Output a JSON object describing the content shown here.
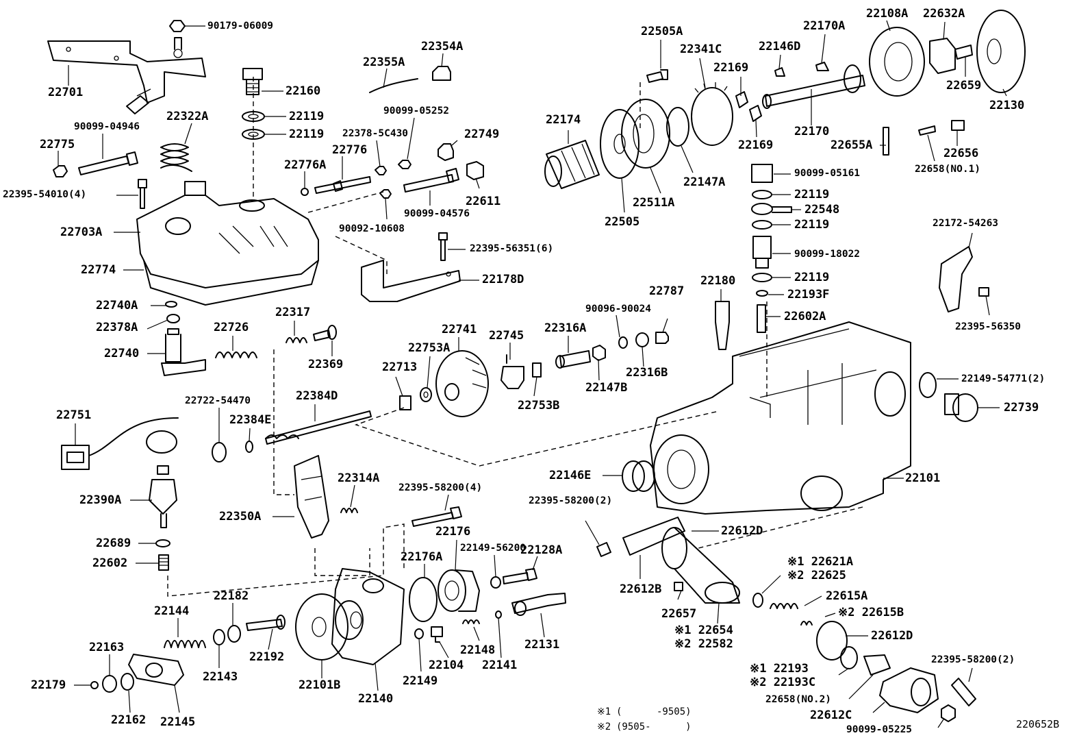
{
  "diagram": {
    "figure_id": "220652B",
    "footnotes": [
      {
        "mark": "※1",
        "text": "(      -9505)"
      },
      {
        "mark": "※2",
        "text": "(9505-      )"
      }
    ],
    "parts": {
      "p90179_06009": "90179-06009",
      "p22701": "22701",
      "p22160": "22160",
      "p22119_a": "22119",
      "p22119_b": "22119",
      "p22355A": "22355A",
      "p22354A": "22354A",
      "p90099_05252": "90099-05252",
      "p22378_5C430": "22378-5C430",
      "p22749": "22749",
      "p90099_04946": "90099-04946",
      "p22322A": "22322A",
      "p22775": "22775",
      "p22776": "22776",
      "p22776A": "22776A",
      "p22395_54010": "22395-54010(4)",
      "p90099_04576": "90099-04576",
      "p22611": "22611",
      "p90092_10608": "90092-10608",
      "p22703A": "22703A",
      "p22395_56351": "22395-56351(6)",
      "p22774": "22774",
      "p22178D": "22178D",
      "p22740A": "22740A",
      "p22378A": "22378A",
      "p22740": "22740",
      "p22726": "22726",
      "p22317": "22317",
      "p22369": "22369",
      "p22741": "22741",
      "p22753A": "22753A",
      "p22745": "22745",
      "p22316A": "22316A",
      "p90096_90024": "90096-90024",
      "p22787": "22787",
      "p22713": "22713",
      "p22753B": "22753B",
      "p22147B": "22147B",
      "p22316B": "22316B",
      "p22722_54470": "22722-54470",
      "p22384D": "22384D",
      "p22384E": "22384E",
      "p22751": "22751",
      "p22390A": "22390A",
      "p22314A": "22314A",
      "p22350A": "22350A",
      "p22395_58200_4": "22395-58200(4)",
      "p22689": "22689",
      "p22602": "22602",
      "p22176": "22176",
      "p22176A": "22176A",
      "p22149_56200": "22149-56200",
      "p22128A": "22128A",
      "p22144": "22144",
      "p22182": "22182",
      "p22192": "22192",
      "p22143": "22143",
      "p22163": "22163",
      "p22179": "22179",
      "p22162": "22162",
      "p22145": "22145",
      "p22101B": "22101B",
      "p22140": "22140",
      "p22149": "22149",
      "p22104": "22104",
      "p22148": "22148",
      "p22141": "22141",
      "p22131": "22131",
      "p22505A": "22505A",
      "p22341C": "22341C",
      "p22146D": "22146D",
      "p22170A": "22170A",
      "p22108A": "22108A",
      "p22632A": "22632A",
      "p22659": "22659",
      "p22130": "22130",
      "p22169_a": "22169",
      "p22169_b": "22169",
      "p22174": "22174",
      "p22170": "22170",
      "p22147A": "22147A",
      "p22511A": "22511A",
      "p22505": "22505",
      "p22655A": "22655A",
      "p22656": "22656",
      "p22658_no1": "22658(NO.1)",
      "p90099_05161": "90099-05161",
      "p22119_c": "22119",
      "p22548": "22548",
      "p22119_d": "22119",
      "p90099_18022": "90099-18022",
      "p22119_e": "22119",
      "p22193F": "22193F",
      "p22602A": "22602A",
      "p22180": "22180",
      "p22172_54263": "22172-54263",
      "p22395_56350": "22395-56350",
      "p22149_54771": "22149-54771(2)",
      "p22739": "22739",
      "p22101": "22101",
      "p22146E": "22146E",
      "p22395_58200_2a": "22395-58200(2)",
      "p22612D_a": "22612D",
      "p22612B": "22612B",
      "p22621A": "※1 22621A",
      "p22625": "※2 22625",
      "p22615A": "22615A",
      "p22615B": "※2 22615B",
      "p22612D_b": "22612D",
      "p22657": "22657",
      "p22654": "※1 22654",
      "p22582": "※2 22582",
      "p22193": "※1 22193",
      "p22193C": "※2 22193C",
      "p22658_no2": "22658(NO.2)",
      "p22612C": "22612C",
      "p90099_05225": "90099-05225",
      "p22395_58200_2b": "22395-58200(2)"
    }
  }
}
